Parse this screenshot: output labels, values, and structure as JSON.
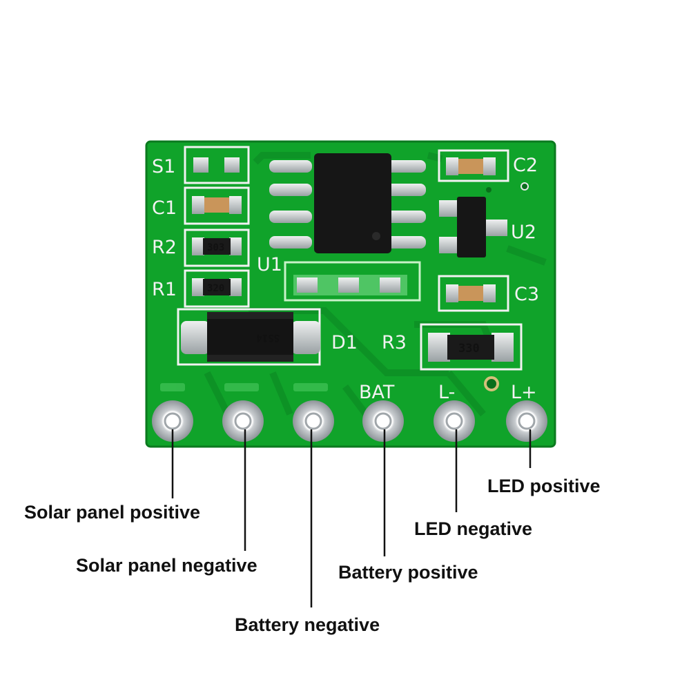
{
  "board": {
    "color": "#10a32a",
    "silkscreen": {
      "s1": "S1",
      "c1": "C1",
      "r2": "R2",
      "r1": "R1",
      "u1": "U1",
      "c2": "C2",
      "u2": "U2",
      "c3": "C3",
      "d1": "D1",
      "r3": "R3",
      "bat": "BAT",
      "l_minus": "L-",
      "l_plus": "L+"
    },
    "component_codes": {
      "r2": "303",
      "r1": "320",
      "r3": "330",
      "d1": "SS14"
    }
  },
  "callouts": {
    "solar_positive": "Solar panel positive",
    "solar_negative": "Solar panel negative",
    "battery_negative": "Battery negative",
    "battery_positive": "Battery positive",
    "led_negative": "LED negative",
    "led_positive": "LED positive"
  }
}
